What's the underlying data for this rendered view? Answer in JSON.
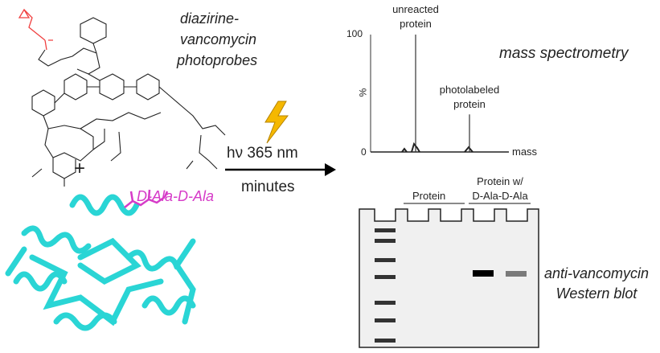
{
  "probe": {
    "title_lines": [
      "diazirine-",
      "vancomycin",
      "photoprobes"
    ]
  },
  "plus": "+",
  "ligand_label": "D-Ala-D-Ala",
  "reaction": {
    "condition": "hν 365 nm",
    "time": "minutes",
    "lightning_icon": "lightning-bolt"
  },
  "mass_spec": {
    "title": "mass spectrometry",
    "y_label": "%",
    "y_ticks": [
      "100",
      "0"
    ],
    "x_label": "mass",
    "peaks": [
      {
        "label_lines": [
          "unreacted",
          "protein"
        ],
        "relative_intensity": 100
      },
      {
        "label_lines": [
          "photolabeled",
          "protein"
        ],
        "relative_intensity": 32
      }
    ]
  },
  "western_blot": {
    "title_lines": [
      "anti-vancomycin",
      "Western blot"
    ],
    "group1_label": "Protein",
    "group2_label_lines": [
      "Protein w/",
      "D-Ala-D-Ala"
    ],
    "lane_band_intensities": [
      0,
      0,
      1.0,
      0.5
    ],
    "colors": {
      "strong_band": "#000000",
      "weak_band": "#7a7a7a",
      "ladder": "#333333",
      "gel": "#f0f0f0"
    }
  },
  "colors": {
    "protein": "#1fd3d3",
    "ligand": "#d63bc8",
    "diazirine": "#f04040",
    "lightning": "#f5b800"
  }
}
